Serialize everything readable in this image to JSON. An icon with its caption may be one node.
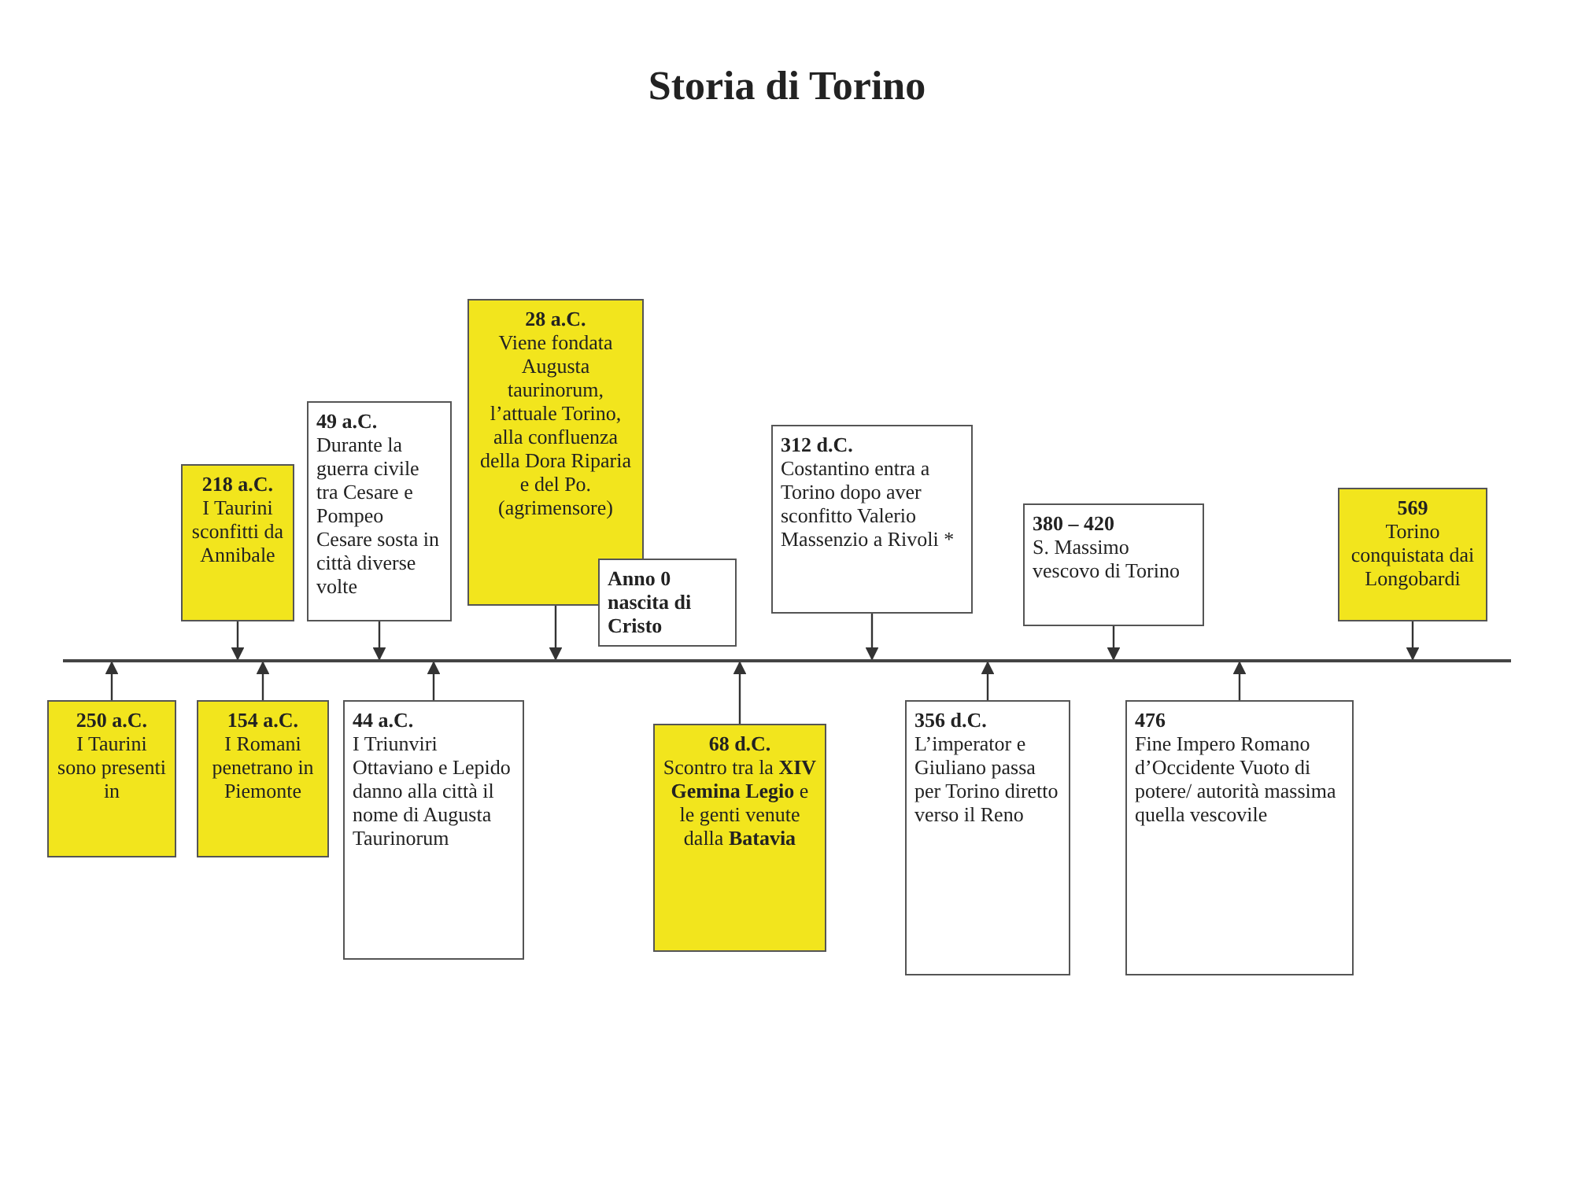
{
  "diagram": {
    "title": "Storia di Torino",
    "nodes": [
      {
        "text": [],
        "shape": "bar"
      },
      {
        "text": [
          "250 a.C.",
          "I Taurini sono presenti in"
        ]
      },
      {
        "text": [
          "218 a.C.",
          "I Taurini sconfitti da Annibale"
        ]
      },
      {
        "text": [
          "154 a.C.",
          "I Romani penetrano in Piemonte"
        ]
      },
      {
        "text": [
          "49 a.C.",
          "Durante la guerra civile tra Cesare e Pompeo Cesare sosta in città diverse volte"
        ]
      },
      {
        "text": [
          "44 a.C.",
          "I Triunviri Ottaviano e Lepido danno alla città il nome di Augusta Taurinorum"
        ]
      },
      {
        "text": [
          "28 a.C.",
          "Viene fondata Augusta taurinorum, l’attuale Torino, alla confluenza della Dora Riparia e del Po. (agrimensore)"
        ]
      },
      {
        "text": [
          "Anno 0 nascita di Cristo"
        ]
      },
      {
        "text": [
          "68 d.C.",
          "Scontro tra la **XIV Gemina Legio** e le genti venute dalla **Batavia**"
        ]
      },
      {
        "text": [
          "312 d.C.",
          "Costantino entra a Torino dopo aver sconfitto Valerio Massenzio a Rivoli *"
        ]
      },
      {
        "text": [
          "356 d.C.",
          "L’imperator e Giuliano passa per Torino diretto verso il Reno"
        ]
      },
      {
        "text": [
          "380 – 420",
          "S. Massimo vescovo di Torino"
        ]
      },
      {
        "text": [
          "476",
          "Fine Impero Romano d’Occidente Vuoto di potere/ autorità massima quella vescovile"
        ]
      },
      {
        "text": [
          "569",
          "Torino conquistata dai Longobardi"
        ]
      }
    ],
    "edges": [
      {
        "from": 1,
        "to": 0,
        "arrow": "to"
      },
      {
        "from": 2,
        "to": 0,
        "arrow": "to"
      },
      {
        "from": 3,
        "to": 0,
        "arrow": "to"
      },
      {
        "from": 4,
        "to": 0,
        "arrow": "to"
      },
      {
        "from": 5,
        "to": 0,
        "arrow": "to"
      },
      {
        "from": 6,
        "to": 0,
        "arrow": "to"
      },
      {
        "from": 8,
        "to": 0,
        "arrow": "to"
      },
      {
        "from": 9,
        "to": 0,
        "arrow": "to"
      },
      {
        "from": 10,
        "to": 0,
        "arrow": "to"
      },
      {
        "from": 11,
        "to": 0,
        "arrow": "to"
      },
      {
        "from": 12,
        "to": 0,
        "arrow": "to"
      },
      {
        "from": 13,
        "to": 0,
        "arrow": "to"
      }
    ]
  }
}
